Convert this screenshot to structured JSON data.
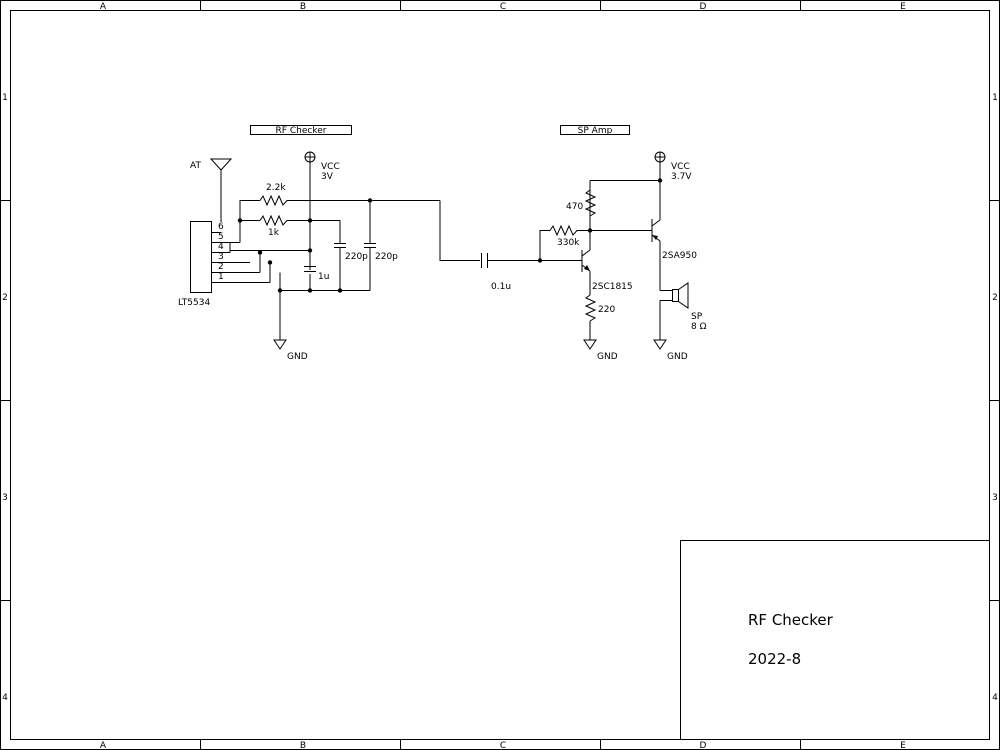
{
  "frame": {
    "columns": [
      "A",
      "B",
      "C",
      "D",
      "E"
    ],
    "rows": [
      "1",
      "2",
      "3",
      "4"
    ]
  },
  "blocks": {
    "rf_checker": "RF Checker",
    "sp_amp": "SP Amp"
  },
  "rf_section": {
    "antenna": "AT",
    "vcc": "VCC",
    "vcc_value": "3V",
    "ic": "LT5534",
    "pins": [
      "6",
      "5",
      "4",
      "3",
      "2",
      "1"
    ],
    "r1": "2.2k",
    "r2": "1k",
    "c1": "1u",
    "c2": "220p",
    "c3": "220p",
    "gnd": "GND"
  },
  "coupling_cap": "0.1u",
  "amp_section": {
    "vcc": "VCC",
    "vcc_value": "3.7V",
    "r_collector": "470",
    "r_bias": "330k",
    "r_emitter": "220",
    "q1": "2SC1815",
    "q2": "2SA950",
    "speaker": "SP",
    "speaker_value": "8 Ω",
    "gnd1": "GND",
    "gnd2": "GND"
  },
  "title_block": {
    "title": "RF Checker",
    "date": "2022-8"
  }
}
